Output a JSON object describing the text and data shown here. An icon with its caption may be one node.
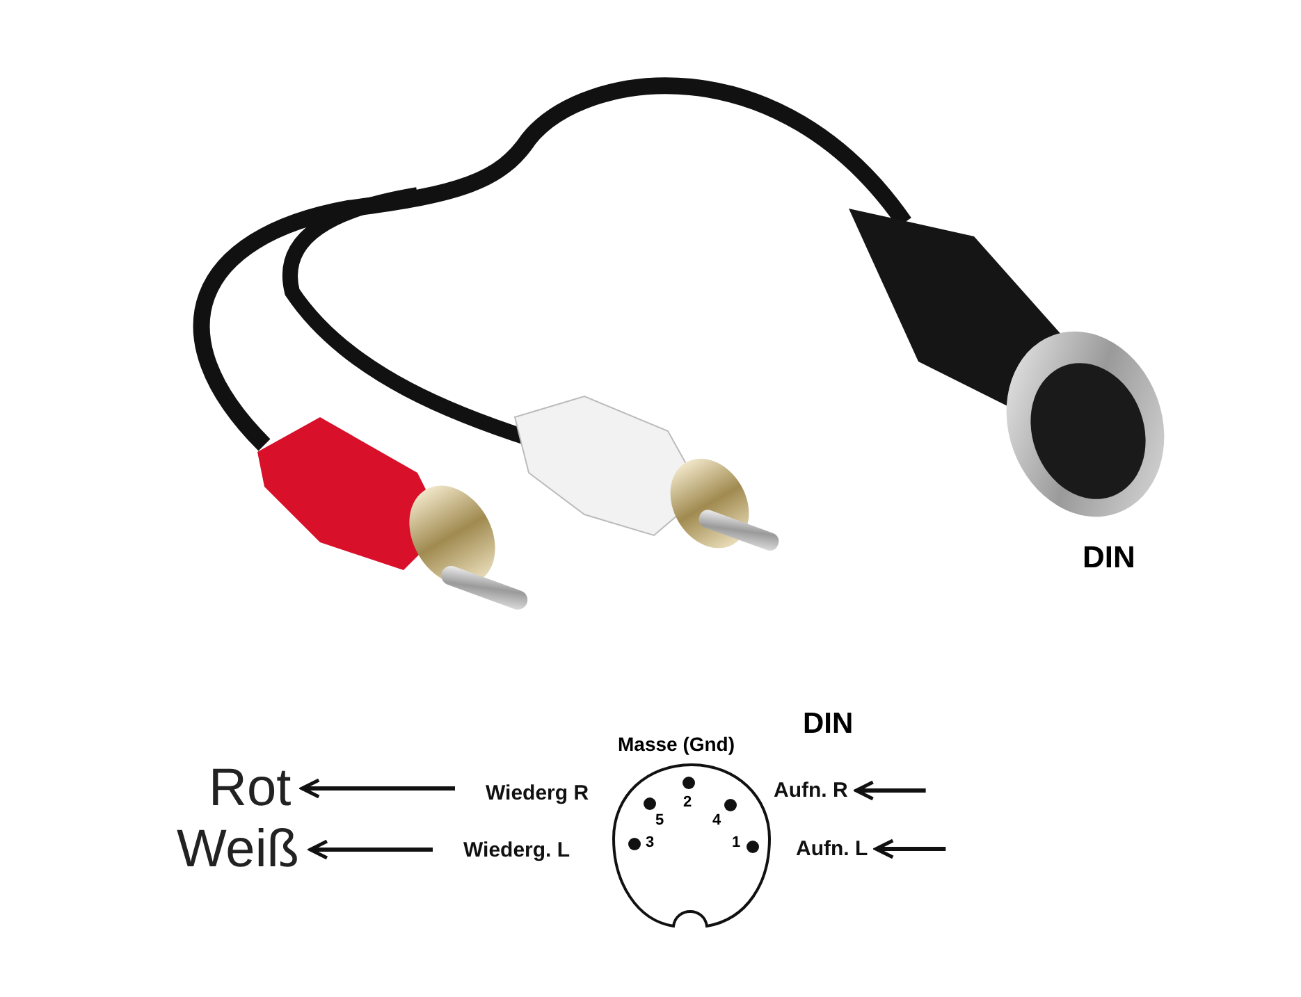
{
  "diagram": {
    "nodes": [
      {
        "text": [
          "Rot"
        ]
      },
      {
        "text": [
          "Weiß"
        ]
      },
      {
        "text": [
          "Wiederg R"
        ]
      },
      {
        "text": [
          "Wiederg. L"
        ]
      },
      {
        "text": [
          "Aufn. R"
        ]
      },
      {
        "text": [
          "Aufn. L"
        ]
      }
    ],
    "edges": [
      {
        "from": 2,
        "to": 0,
        "arrow": "to"
      },
      {
        "from": 3,
        "to": 1,
        "arrow": "to"
      },
      {
        "from": null,
        "to": 4,
        "arrow": "to"
      },
      {
        "from": null,
        "to": 5,
        "arrow": "to"
      }
    ],
    "labels": [
      "DIN",
      "DIN",
      "Masse (Gnd)",
      "2",
      "5",
      "4",
      "3",
      "1"
    ]
  }
}
